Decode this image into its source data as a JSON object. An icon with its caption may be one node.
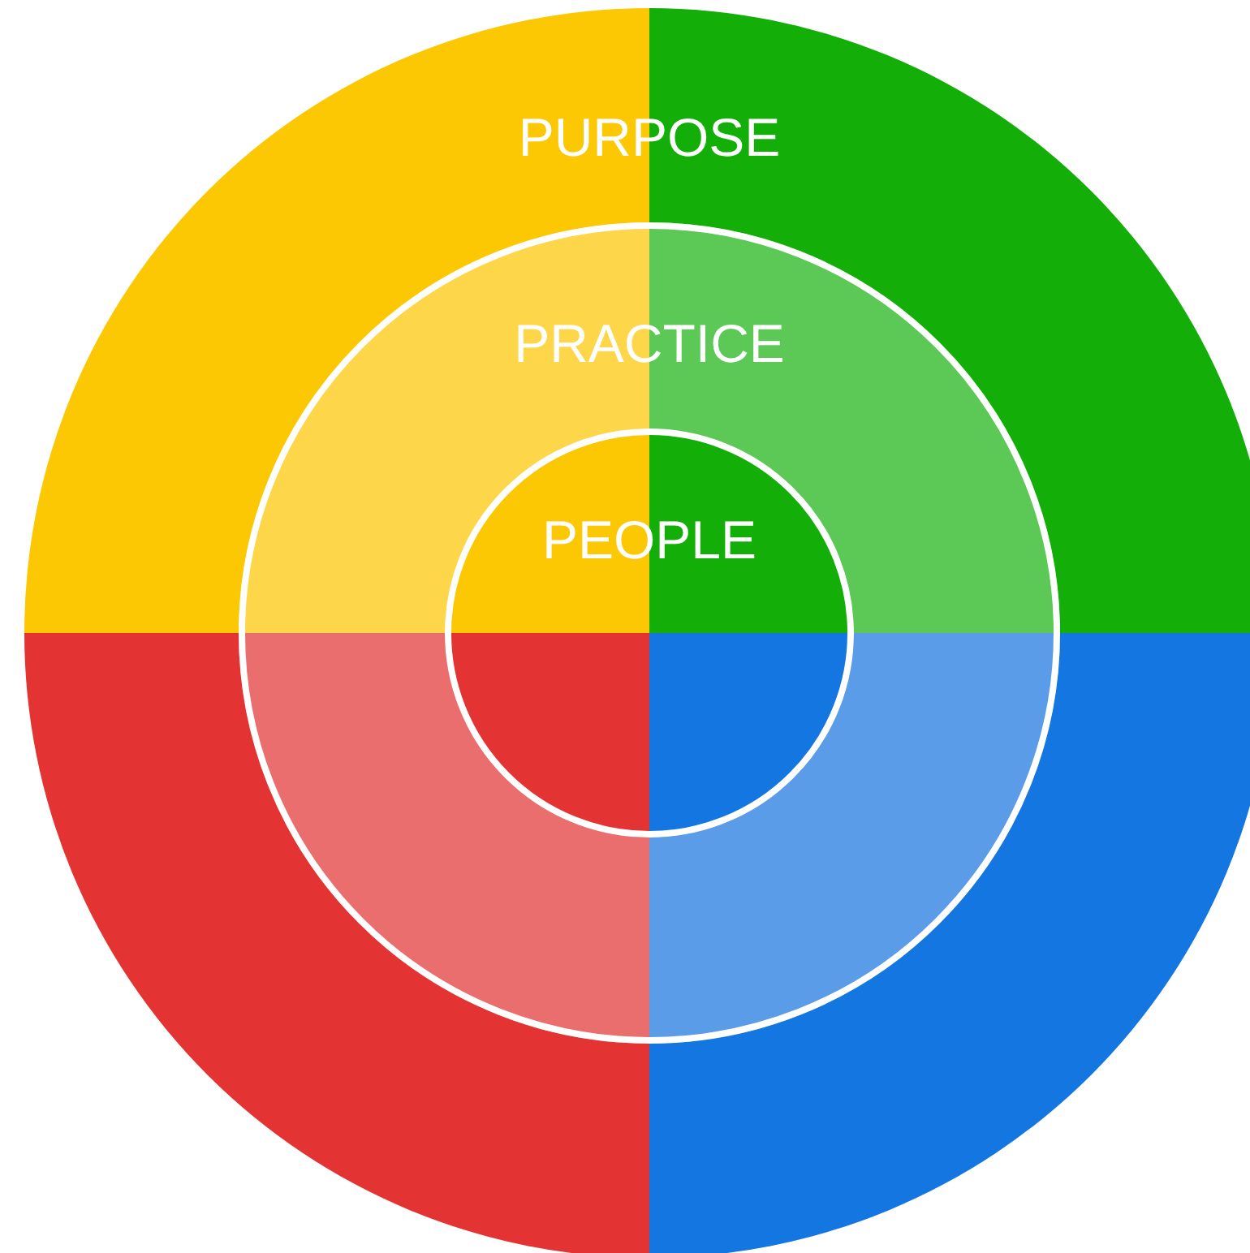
{
  "diagram": {
    "nodes": [
      {
        "text": [
          "PURPOSE"
        ]
      },
      {
        "text": [
          "PRACTICE"
        ],
        "in": 0
      },
      {
        "text": [
          "PEOPLE"
        ],
        "in": 1
      }
    ]
  }
}
